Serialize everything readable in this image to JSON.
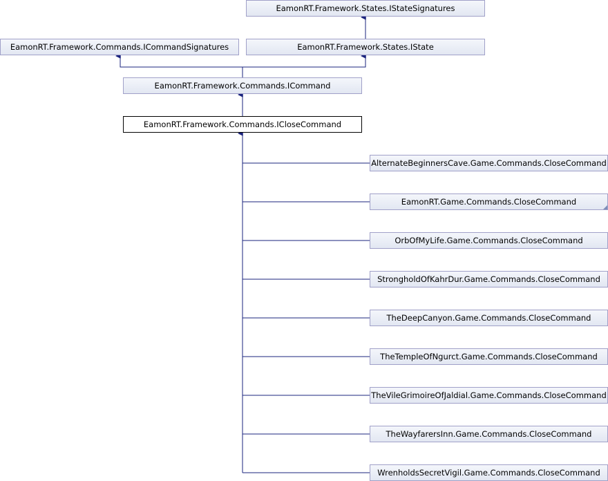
{
  "nodes": {
    "istate_signatures": "EamonRT.Framework.States.IStateSignatures",
    "icommand_signatures": "EamonRT.Framework.Commands.ICommandSignatures",
    "istate": "EamonRT.Framework.States.IState",
    "icommand": "EamonRT.Framework.Commands.ICommand",
    "iclose_command": "EamonRT.Framework.Commands.ICloseCommand"
  },
  "derived": [
    "AlternateBeginnersCave.Game.Commands.CloseCommand",
    "EamonRT.Game.Commands.CloseCommand",
    "OrbOfMyLife.Game.Commands.CloseCommand",
    "StrongholdOfKahrDur.Game.Commands.CloseCommand",
    "TheDeepCanyon.Game.Commands.CloseCommand",
    "TheTempleOfNgurct.Game.Commands.CloseCommand",
    "TheVileGrimoireOfJaldial.Game.Commands.CloseCommand",
    "TheWayfarersInn.Game.Commands.CloseCommand",
    "WrenholdsSecretVigil.Game.Commands.CloseCommand"
  ],
  "colors": {
    "edge": "#1a237e",
    "node_border": "#a0a0c8",
    "current_border": "#000000"
  }
}
